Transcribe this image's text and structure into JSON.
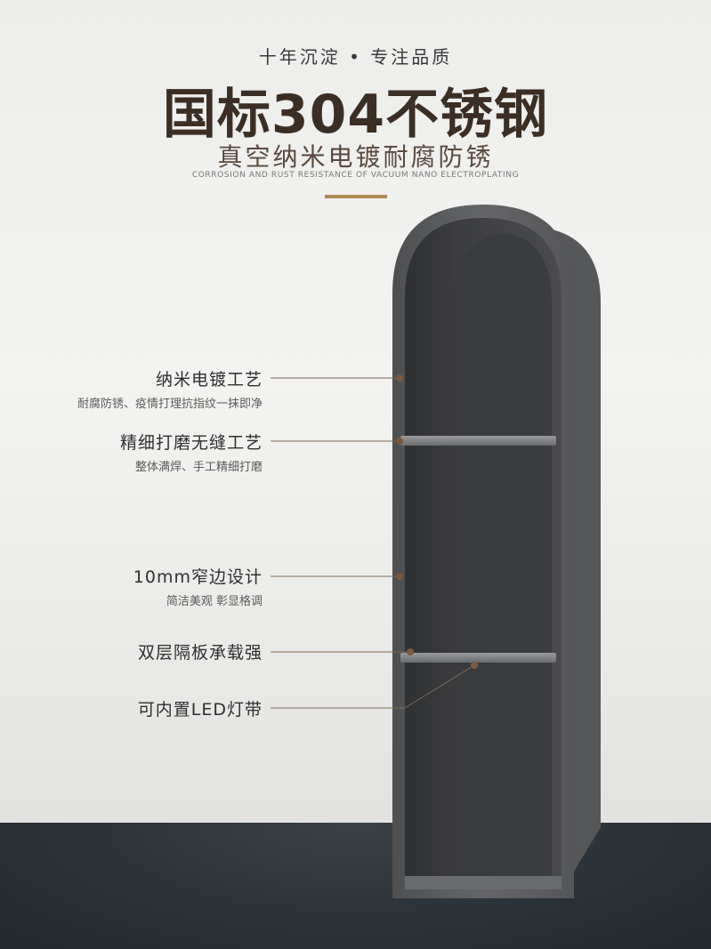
{
  "header": {
    "tagline": "十年沉淀 • 专注品质",
    "headline": "国标304不锈钢",
    "subline": "真空纳米电镀耐腐防锈",
    "subline_en": "CORROSION AND RUST RESISTANCE OF VACUUM NANO ELECTROPLATING"
  },
  "features": [
    {
      "title": "纳米电镀工艺",
      "desc": "耐腐防锈、疫情打理抗指纹一抹即净"
    },
    {
      "title": "精细打磨无缝工艺",
      "desc": "整体满焊、手工精细打磨"
    },
    {
      "title": "10mm窄边设计",
      "desc": "简洁美观  彰显格调"
    },
    {
      "title": "双层隔板承载强",
      "desc": ""
    },
    {
      "title": "可内置LED灯带",
      "desc": ""
    }
  ],
  "colors": {
    "accent": "#b08a55",
    "shelf_frame": "#5f6062",
    "shelf_interior": "#3f4042",
    "floor": "#2a3136"
  }
}
